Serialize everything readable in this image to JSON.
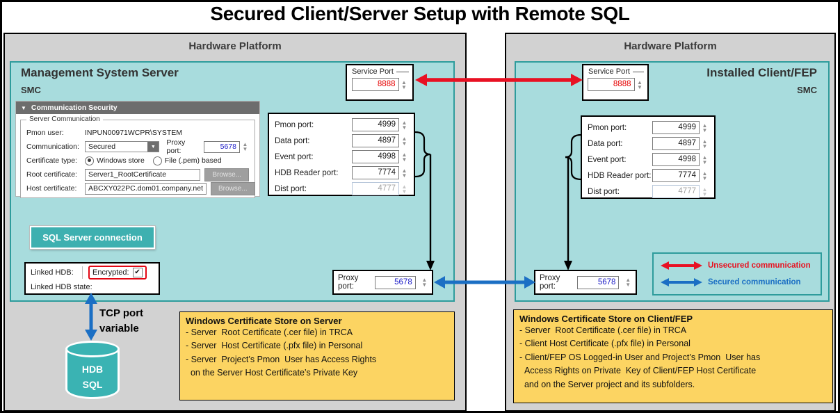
{
  "title": "Secured Client/Server Setup with Remote SQL",
  "platforms": {
    "left": {
      "label": "Hardware Platform",
      "box_title": "Management System Server",
      "box_subtitle": "SMC"
    },
    "right": {
      "label": "Hardware Platform",
      "box_title": "Installed Client/FEP",
      "box_subtitle": "SMC"
    }
  },
  "comm_security": {
    "header": "Communication Security",
    "group_label": "Server Communication",
    "pmon_user": {
      "label": "Pmon user:",
      "value": "INPUN00971WCPR\\SYSTEM"
    },
    "communication": {
      "label": "Communication:",
      "value": "Secured"
    },
    "proxy_port": {
      "label": "Proxy port:",
      "value": "5678"
    },
    "certificate_type": {
      "label": "Certificate type:",
      "option_windows": "Windows store",
      "option_file": "File (.pem) based"
    },
    "root_certificate": {
      "label": "Root certificate:",
      "value": "Server1_RootCertificate",
      "button": "Browse..."
    },
    "host_certificate": {
      "label": "Host certificate:",
      "value": "ABCXY022PC.dom01.company.net",
      "button": "Browse..."
    }
  },
  "service_port": {
    "label": "Service Port",
    "value": "8888"
  },
  "ports": {
    "rows": [
      {
        "label": "Pmon port:",
        "value": "4999"
      },
      {
        "label": "Data port:",
        "value": "4897"
      },
      {
        "label": "Event port:",
        "value": "4998"
      },
      {
        "label": "HDB Reader port:",
        "value": "7774"
      },
      {
        "label": "Dist port:",
        "value": "4777"
      }
    ]
  },
  "proxy_box": {
    "label": "Proxy port:",
    "value": "5678"
  },
  "sql_connection": {
    "button_label": "SQL Server connection"
  },
  "linked_hdb": {
    "label": "Linked HDB:",
    "encrypted_label": "Encrypted:",
    "state_label": "Linked HDB state:"
  },
  "tcp_note": {
    "line1": "TCP port",
    "line2": "variable"
  },
  "database": {
    "line1": "HDB",
    "line2": "SQL"
  },
  "cert_store_server": {
    "title": "Windows Certificate Store on Server",
    "lines": [
      "- Server  Root Certificate (.cer file) in TRCA",
      "- Server  Host Certificate (.pfx file) in Personal",
      "- Server  Project’s Pmon  User has Access Rights",
      "  on the Server Host Certificate’s Private Key"
    ]
  },
  "cert_store_client": {
    "title": "Windows Certificate Store on Client/FEP",
    "lines": [
      "- Server  Root Certificate (.cer file) in TRCA",
      "- Client Host Certificate (.pfx file) in Personal",
      "- Client/FEP OS Logged-in User and Project’s Pmon  User has",
      "  Access Rights on Private  Key of Client/FEP Host Certificate",
      "  and on the Server project and its subfolders."
    ]
  },
  "legend": {
    "unsecured": "Unsecured communication",
    "secured": "Secured communication"
  },
  "icons": {
    "collapse": "▼",
    "dropdown": "▼",
    "spin_up": "▲",
    "spin_down": "▼",
    "check": "✔"
  },
  "colors": {
    "teal_bg": "#a8dcdd",
    "teal_border": "#2e9c9c",
    "accent_teal": "#3ab3b3",
    "unsecured_red": "#e81123",
    "secured_blue": "#1b6fc4",
    "note_yellow": "#fcd462",
    "platform_gray": "#d2d2d2",
    "port_value_blue": "#2020c8",
    "service_port_red": "#e50000"
  }
}
